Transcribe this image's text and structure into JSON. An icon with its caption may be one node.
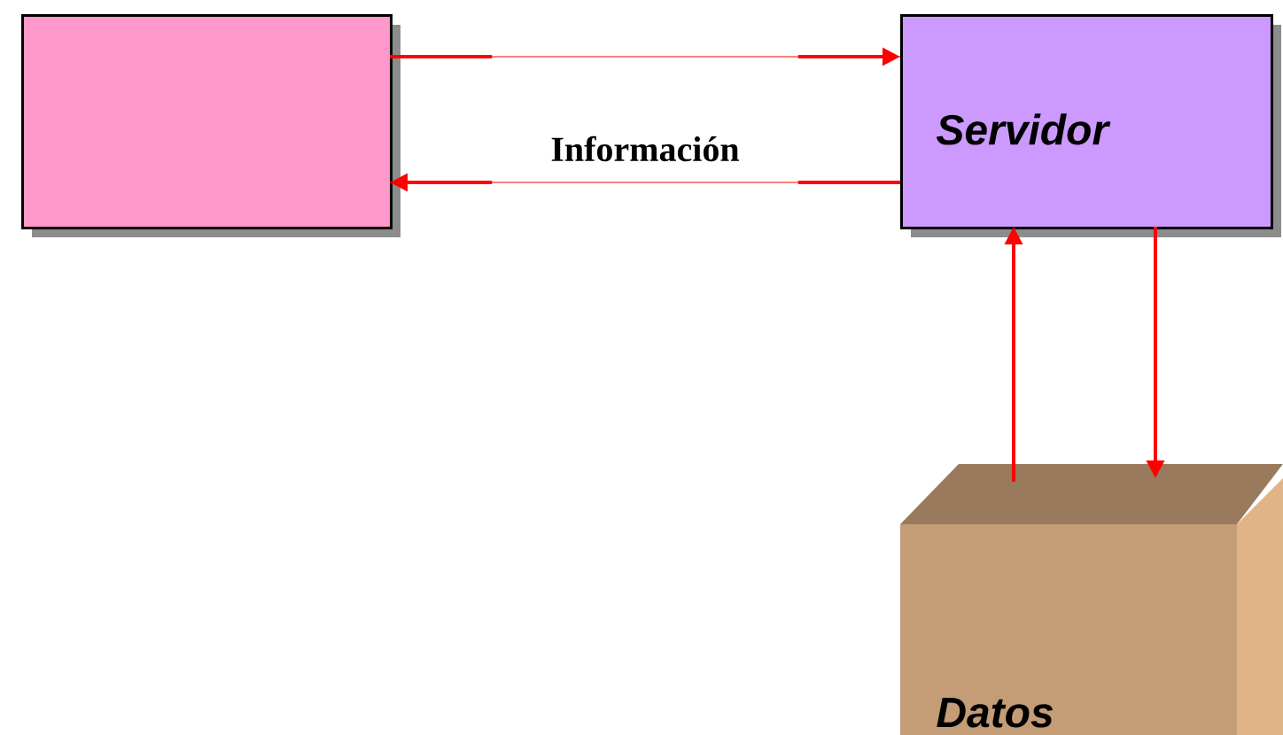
{
  "diagram": {
    "nodes": [
      {
        "text": [],
        "shape": "box"
      },
      {
        "text": [
          "Servidor"
        ]
      },
      {
        "text": [
          "Datos"
        ]
      }
    ],
    "edges": [
      {
        "from": 0,
        "to": 1,
        "arrow": "to",
        "color": "#ff0000"
      },
      {
        "from": 1,
        "to": 0,
        "arrow": "to",
        "label": "Información",
        "color": "#ff0000"
      },
      {
        "from": 2,
        "to": 1,
        "arrow": "to",
        "color": "#ff0000"
      },
      {
        "from": 1,
        "to": 2,
        "arrow": "to",
        "color": "#ff0000"
      }
    ]
  }
}
